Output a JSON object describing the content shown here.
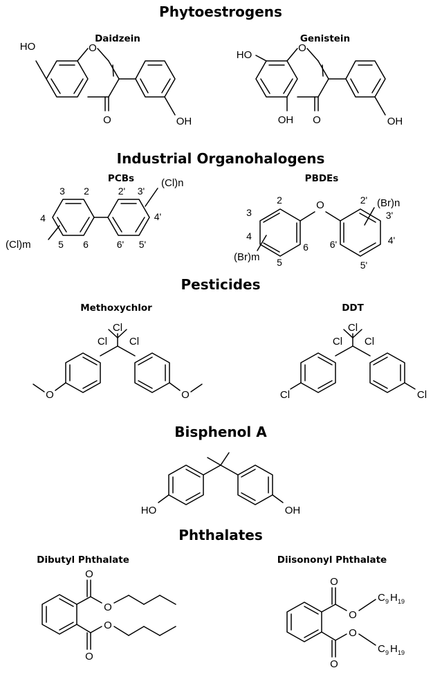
{
  "sections": {
    "phytoestrogens": "Phytoestrogens",
    "industrial": "Industrial Organohalogens",
    "pesticides": "Pesticides",
    "bisphenol": "Bisphenol A",
    "phthalates": "Phthalates"
  },
  "compounds": {
    "daidzein": "Daidzein",
    "genistein": "Genistein",
    "pcbs": "PCBs",
    "pbdes": "PBDEs",
    "methoxychlor": "Methoxychlor",
    "ddt": "DDT",
    "dibutyl": "Dibutyl Phthalate",
    "diisononyl": "Diisononyl Phthalate"
  },
  "atoms": {
    "ho": "HO",
    "oh": "OH",
    "o": "O",
    "cl": "Cl",
    "clm": "(Cl)m",
    "cln": "(Cl)n",
    "brm": "(Br)m",
    "brn": "(Br)n",
    "c": "C",
    "h": "H",
    "sub9": "9",
    "sub19": "19"
  },
  "positions": {
    "p2": "2",
    "p3": "3",
    "p4": "4",
    "p5": "5",
    "p6": "6",
    "p2p": "2'",
    "p3p": "3'",
    "p4p": "4'",
    "p5p": "5'",
    "p6p": "6'"
  }
}
